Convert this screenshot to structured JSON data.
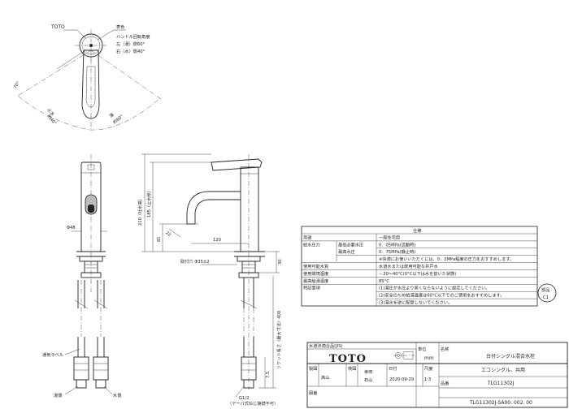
{
  "top_view": {
    "toto_label": "TOTO",
    "color_label": "表色",
    "handle_angle_title": "ハンドル回転角度",
    "handle_left": "左（湯）側60°",
    "handle_right": "右（水）側40°",
    "angle_70": "70°",
    "cold_label": "止水",
    "cold_angle": "約40°",
    "hot_label": "湯",
    "hot_angle": "約60°"
  },
  "front_view": {
    "dia_label": "Φ48"
  },
  "side_view": {
    "dim_210": "210（吐水高）",
    "dim_185": "185（止水栓）",
    "dim_81": "81",
    "dim_120": "120",
    "dim_22": "22",
    "mount_hole": "取付穴 Φ35±2",
    "dim_30": "30",
    "socket_dim": "ソケット長さ（最大寸法）400",
    "dim_7_5": "7.5",
    "thread": "G1/2",
    "thread_note": "（テーパ式ねじ接続不可）"
  },
  "labels": {
    "hose_label": "通気ラベル",
    "hot_water": "湯側",
    "cold_water": "水側"
  },
  "spec": {
    "title": "仕様",
    "rows": [
      [
        "用途",
        "",
        "一般住宅用"
      ],
      [
        "給水圧力",
        "最低必要水圧",
        "0．05MPa(流動時)"
      ],
      [
        "",
        "最高水圧",
        "0．75MPa(静止時)"
      ],
      [
        "",
        "",
        "※快適にお使いいただくには、0．2MPa程度の圧力をおすすめします。"
      ],
      [
        "使用可能水質",
        "",
        "水道水または飲用可能な井戸水"
      ],
      [
        "使用環境温度",
        "",
        "－20～40°C(0°C以下は水を抜いた状態)"
      ],
      [
        "最高給湯温度",
        "",
        "85°C"
      ],
      [
        "特記事項",
        "",
        "(1)湯圧が水圧より高くならないように設定してください。"
      ],
      [
        "",
        "",
        "(2)安全のため給湯温度は60°C以下でのご使用をおすすめします。"
      ],
      [
        "",
        "",
        "(3)湯水を逆に配管しないでください。"
      ]
    ]
  },
  "stamp": {
    "line1": "部品",
    "line2": "C1"
  },
  "title_block": {
    "standard": "水道法適合品(JIS)",
    "brand": "TOTO",
    "unit_label": "単位",
    "unit": "mm",
    "name_label": "名称",
    "product_name": "台付シングル混合水栓",
    "subtitle": "エコシングル、共用",
    "drawn_label": "製図",
    "drawn_by": "高山",
    "checked_label": "検図",
    "checker1": "幸田",
    "checker2": "石山",
    "date_label": "日付",
    "date": "2020-09-29",
    "scale_label": "尺度",
    "scale": "1:3",
    "model_label": "品番",
    "model": "TLG11302J",
    "drawing_no_label": "図番",
    "drawing_no": "TLG11302J-SA00. 002. 00"
  }
}
